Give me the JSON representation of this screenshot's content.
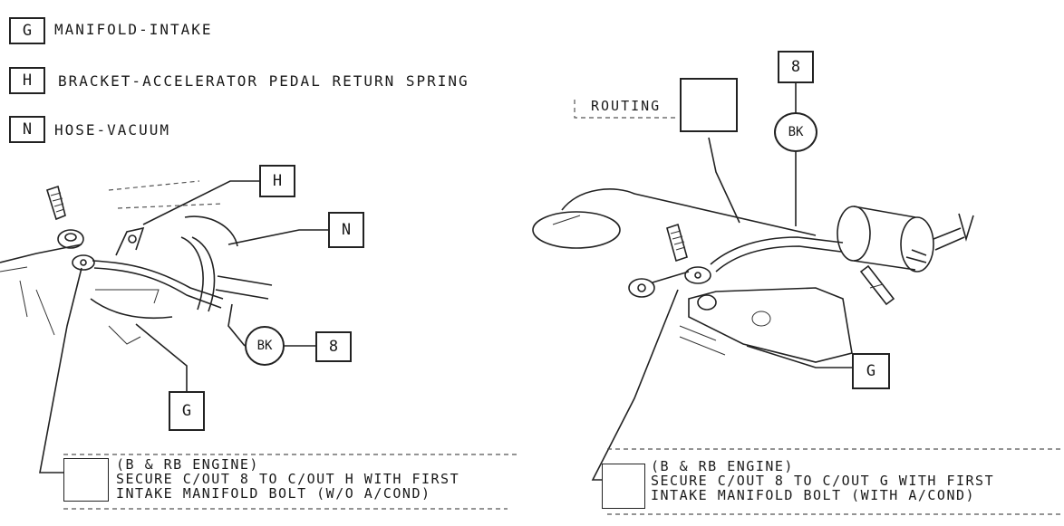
{
  "legend": [
    {
      "code": "G",
      "text": "MANIFOLD-INTAKE"
    },
    {
      "code": "H",
      "text": "BRACKET-ACCELERATOR PEDAL RETURN SPRING"
    },
    {
      "code": "N",
      "text": "HOSE-VACUUM"
    }
  ],
  "left_diagram": {
    "callout_h": "H",
    "callout_n": "N",
    "callout_g": "G",
    "wire_color": "BK",
    "circuit": "8",
    "note_line1": "(B & RB ENGINE)",
    "note_line2": "SECURE C/OUT 8 TO C/OUT H WITH FIRST",
    "note_line3": "INTAKE MANIFOLD BOLT (W/O A/COND)"
  },
  "right_diagram": {
    "routing_label": "ROUTING",
    "circuit": "8",
    "wire_color": "BK",
    "callout_g": "G",
    "note_line1": "(B & RB ENGINE)",
    "note_line2": "SECURE C/OUT 8 TO C/OUT G WITH FIRST",
    "note_line3": "INTAKE MANIFOLD BOLT (WITH A/COND)"
  }
}
